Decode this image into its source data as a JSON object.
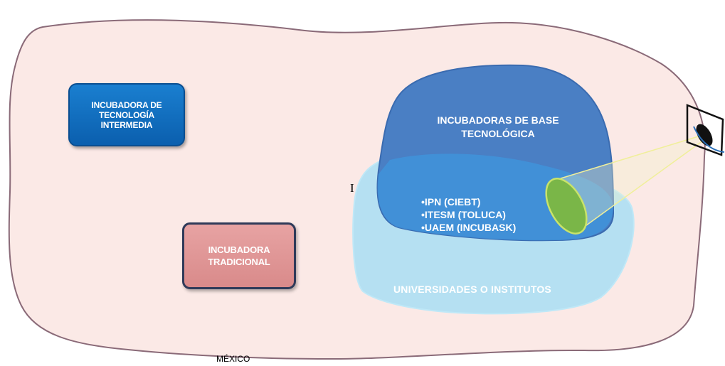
{
  "map_label": "MÉXICO",
  "boxes": {
    "intermediate": {
      "lines": [
        "INCUBADORA DE",
        "TECNOLOGÍA",
        "INTERMEDIA"
      ],
      "color": "#0b6cc2"
    },
    "traditional": {
      "lines": [
        "INCUBADORA",
        "TRADICIONAL"
      ],
      "color": "#e09595"
    }
  },
  "tech_base": {
    "lines": [
      "INCUBADORAS DE BASE",
      "TECNOLÓGICA"
    ],
    "color": "#4a7fc4"
  },
  "institutions": [
    "•IPN (CIEBT)",
    "•ITESM (TOLUCA)",
    "•UAEM (INCUBASK)"
  ],
  "universities": {
    "label": "UNIVERSIDADES O INSTITUTOS",
    "color": "#a8def3"
  },
  "stray_mark": "I",
  "colors": {
    "territory_fill": "#fbe9e6",
    "territory_stroke": "#8a6a78",
    "lens": "#7ab648"
  }
}
